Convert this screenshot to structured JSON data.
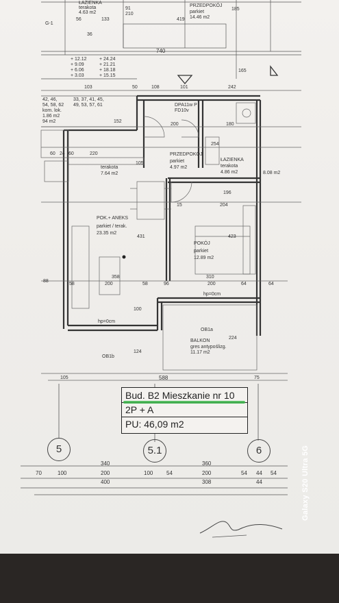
{
  "rooms": {
    "lazienka_top": {
      "name": "ŁAZIENKA",
      "floor": "terakota",
      "area": "4.63 m2"
    },
    "przedpokoj_top": {
      "name": "PRZEDPOKÓJ",
      "floor": "parkiet",
      "area": "14.46 m2"
    },
    "przedpokoj": {
      "name": "PRZEDPOKÓJ",
      "floor": "parkiet",
      "area": "4.97 m2"
    },
    "lazienka": {
      "name": "ŁAZIENKA",
      "floor": "terakota",
      "area": "4.86 m2"
    },
    "aneks_floor": {
      "floor": "terakota",
      "area": "7.64 m2"
    },
    "pok_aneks": {
      "name": "POK.+ ANEKS",
      "floor": "parkiet / terak.",
      "area": "23.35 m2"
    },
    "pokoj": {
      "name": "POKÓJ",
      "floor": "parkiet",
      "area": "12.89 m2"
    },
    "balkon": {
      "name": "BALKON",
      "floor": "gres antypoślizg.",
      "area": "11.17 m2"
    },
    "right_edge": {
      "area": "8.08 m2"
    },
    "left_block": {
      "line1": "kom. lok.",
      "line2": "1.86 m2",
      "line3": "94 m2"
    }
  },
  "levels": {
    "left": [
      "+ 12.12",
      "+ 9.09",
      "+ 6.06",
      "+ 3.03"
    ],
    "right": [
      "+ 24.24",
      "+ 21.21",
      "+ 18.18",
      "+ 15.15"
    ],
    "series_a": "42, 46,",
    "series_b": "54, 58, 62",
    "series_c": "33, 37, 41, 45,",
    "series_d": "49, 53, 57, 61"
  },
  "dims": {
    "d740": "740",
    "d419": "419",
    "d133": "133",
    "d56": "56",
    "d36": "36",
    "d91": "91",
    "d210": "210",
    "d103": "103",
    "d50": "50",
    "d108": "108",
    "d101": "101",
    "d242": "242",
    "d180": "180",
    "d152": "152",
    "d200": "200",
    "d220": "220",
    "d60a": "60",
    "d24a": "24",
    "d60b": "60",
    "d105": "105",
    "d254": "254",
    "d196": "196",
    "d204": "204",
    "d431": "431",
    "d423": "423",
    "d358": "358",
    "d310": "310",
    "d58a": "58",
    "d58b": "58",
    "d96": "96",
    "d88": "88",
    "d64a": "64",
    "d64b": "64",
    "d124": "124",
    "d100": "100",
    "d588": "588",
    "d75": "75",
    "d105b": "105",
    "d224": "224",
    "d15": "15",
    "d165": "165",
    "d185": "185"
  },
  "marks": {
    "hp_top": "hp=0cm",
    "hp_bottom": "hp=0cm",
    "ob1a": "OB1a",
    "ob1b": "OB1b",
    "door_label": "DPA11w P",
    "door_label2": "FD10v",
    "g1": "G-1"
  },
  "title_box": {
    "line1": "Bud. B2 Mieszkanie nr 10",
    "line2": "2P + A",
    "line3": "PU: 46,09 m2"
  },
  "axes": [
    "5",
    "5.1",
    "6"
  ],
  "bottom_dims": {
    "row1": [
      "340",
      "360"
    ],
    "row2": [
      "70",
      "100",
      "200",
      "100",
      "54",
      "200",
      "54",
      "44",
      "54"
    ],
    "row3": [
      "400",
      "308",
      "44"
    ]
  },
  "watermark": "Galaxy S20 Ultra 5G"
}
